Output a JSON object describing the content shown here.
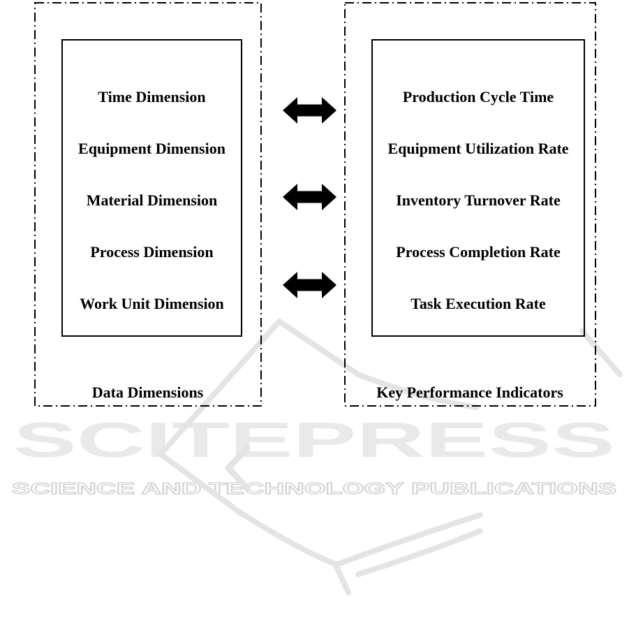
{
  "diagram": {
    "left_panel": {
      "label": "Data Dimensions",
      "items": [
        "Time Dimension",
        "Equipment Dimension",
        "Material Dimension",
        "Process Dimension",
        "Work Unit Dimension"
      ]
    },
    "right_panel": {
      "label": "Key Performance Indicators",
      "items": [
        "Production Cycle Time",
        "Equipment Utilization Rate",
        "Inventory Turnover Rate",
        "Process Completion Rate",
        "Task Execution Rate"
      ]
    },
    "arrows": {
      "type": "double-headed-horizontal",
      "count": 3
    },
    "colors": {
      "border": "#000000",
      "background": "#ffffff",
      "text": "#000000"
    }
  },
  "watermark": {
    "logo_text": "SCITEPRESS",
    "tagline": "SCIENCE AND TECHNOLOGY PUBLICATIONS",
    "letter_fill": "#e9e9e9",
    "stroke_gray": "#e4e4e4",
    "tagline_stroke": "#d4d4d4"
  }
}
